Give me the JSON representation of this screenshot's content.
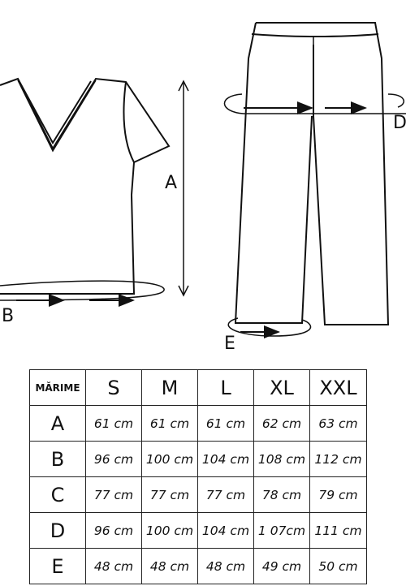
{
  "labels": {
    "a": "A",
    "b": "B",
    "d": "D",
    "e": "E"
  },
  "table": {
    "corner": "MĂRIME",
    "sizes": [
      "S",
      "M",
      "L",
      "XL",
      "XXL"
    ],
    "rows": [
      {
        "label": "A",
        "values": [
          "61 cm",
          "61 cm",
          "61 cm",
          "62 cm",
          "63 cm"
        ]
      },
      {
        "label": "B",
        "values": [
          "96 cm",
          "100 cm",
          "104 cm",
          "108 cm",
          "112 cm"
        ]
      },
      {
        "label": "C",
        "values": [
          "77 cm",
          "77 cm",
          "77 cm",
          "78 cm",
          "79 cm"
        ]
      },
      {
        "label": "D",
        "values": [
          "96 cm",
          "100 cm",
          "104 cm",
          "1 07cm",
          "111 cm"
        ]
      },
      {
        "label": "E",
        "values": [
          "48 cm",
          "48 cm",
          "48 cm",
          "49 cm",
          "50 cm"
        ]
      }
    ]
  }
}
